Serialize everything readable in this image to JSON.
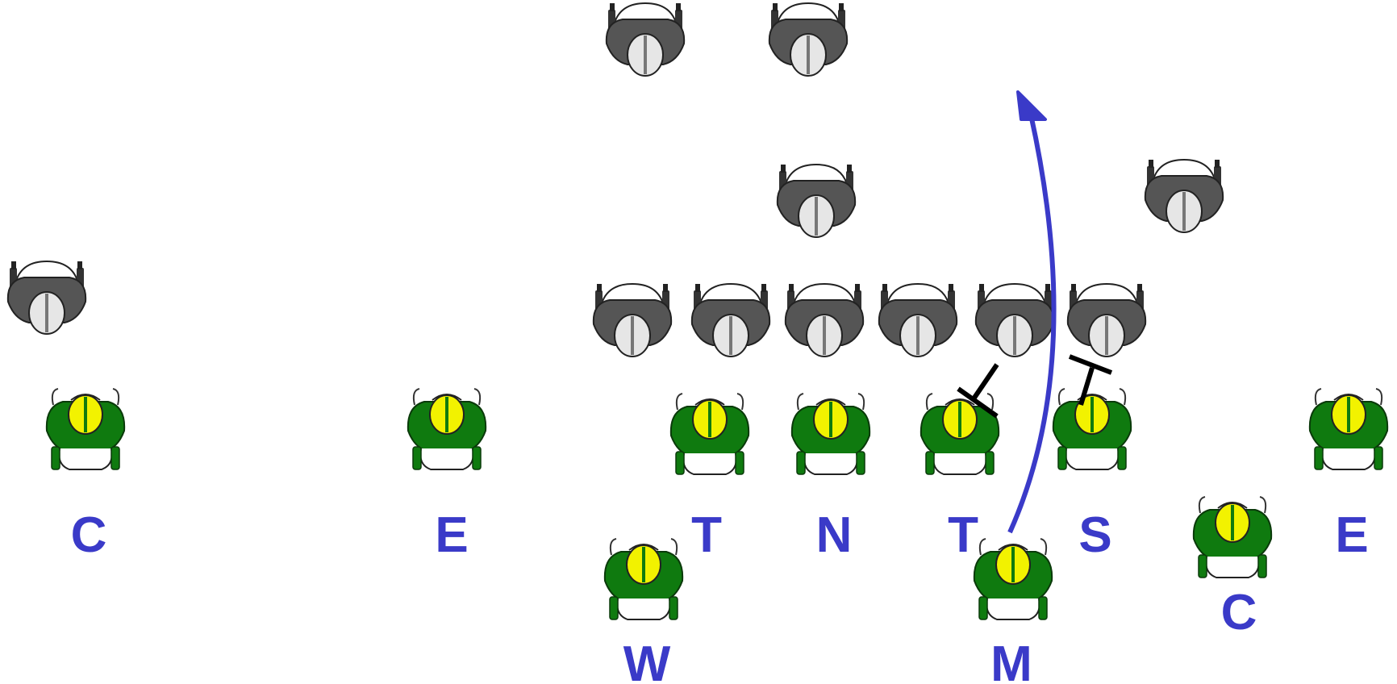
{
  "colors": {
    "defense_jersey": "#0f7a0f",
    "defense_helmet": "#f2f200",
    "offense_jersey": "#555555",
    "offense_helmet": "#e6e6e6",
    "route_arrow": "#3a3ac8",
    "block_marker": "#000000",
    "label": "#3a3ac8"
  },
  "defense": {
    "labels": {
      "c_left": "C",
      "e_left": "E",
      "t_left": "T",
      "n": "N",
      "t_right": "T",
      "s": "S",
      "e_right": "E",
      "c_right": "C",
      "w": "W",
      "m": "M"
    }
  },
  "offense": {
    "icon": "offensive-player-icon"
  },
  "plays": {
    "route": "blitz-arrow",
    "blocks": [
      "block-marker",
      "block-marker"
    ]
  }
}
